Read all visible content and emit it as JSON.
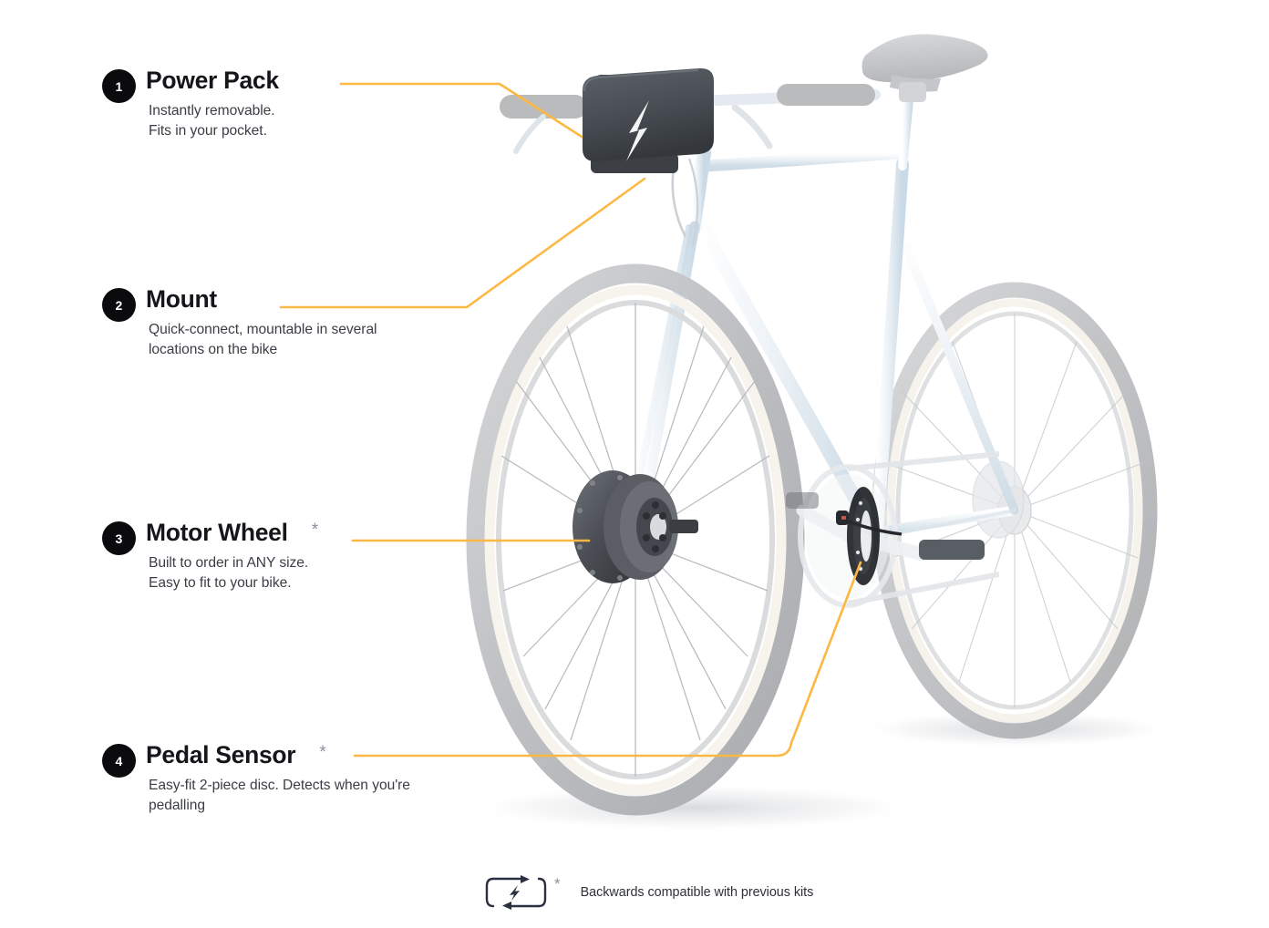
{
  "page": {
    "background": "#ffffff",
    "accent_color": "#fcb842",
    "badge_color": "#0b0b0d",
    "title_color": "#15161a",
    "body_color": "#3b3d45",
    "asterisk_color": "#8b90a0"
  },
  "callouts": [
    {
      "number": "1",
      "title": "Power Pack",
      "description": "Instantly removable.\nFits in your pocket.",
      "asterisk": ""
    },
    {
      "number": "2",
      "title": "Mount",
      "description": "Quick-connect, mountable in several\nlocations on the bike",
      "asterisk": ""
    },
    {
      "number": "3",
      "title": "Motor Wheel",
      "description": "Built to order in ANY size.\nEasy to fit to your bike.",
      "asterisk": "*"
    },
    {
      "number": "4",
      "title": "Pedal Sensor",
      "description": "Easy-fit 2-piece disc. Detects when you're\npedalling",
      "asterisk": "*"
    }
  ],
  "footnote": {
    "asterisk": "*",
    "text": "Backwards compatible with previous kits",
    "icon": "backwards-compatible-icon"
  },
  "artwork": {
    "subject": "bicycle-with-ebike-conversion-kit",
    "frame_color": "#e9eff4",
    "tire_color": "#c3c5c7",
    "rim_color": "#f4f1ea",
    "power_pack_color": "#4a4f55",
    "power_pack_logo": "lightning-bolt",
    "motor_hub_color": "#55585e",
    "pedal_sensor_color": "#202227",
    "saddle_color": "#c8c9cb",
    "grip_color": "#b9bbbd"
  }
}
